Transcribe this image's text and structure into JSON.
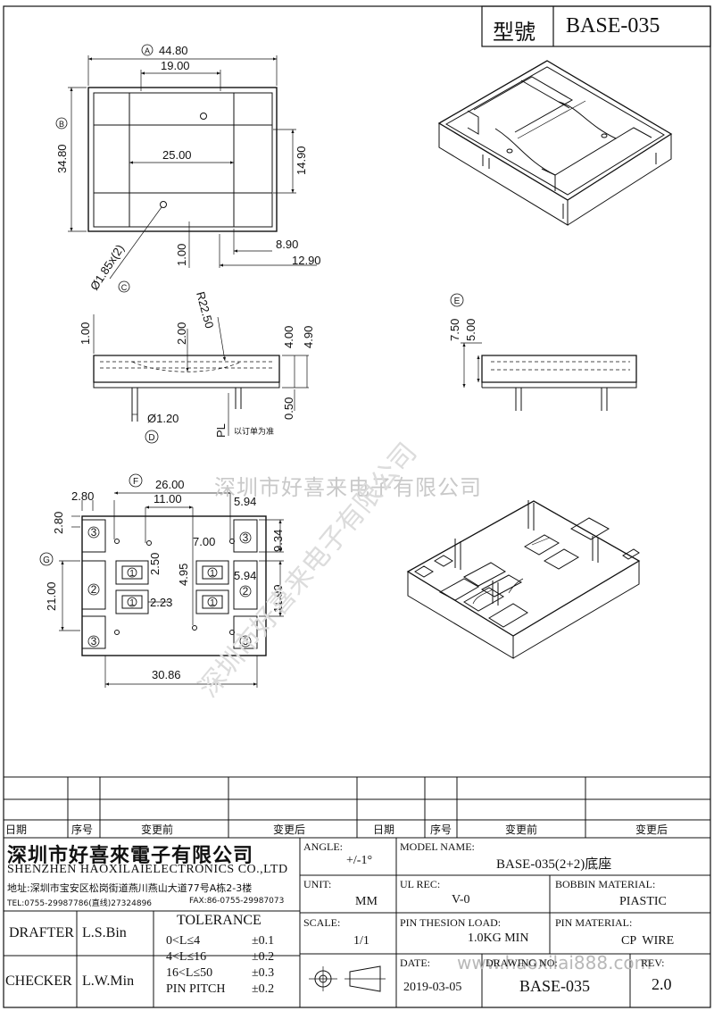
{
  "title_block": {
    "model_label": "型號",
    "model_value": "BASE-035"
  },
  "dims": {
    "a": "44.80",
    "a_mark": "A",
    "a_sub": "19.00",
    "b": "34.80",
    "b_mark": "B",
    "mid_25": "25.00",
    "h_1490": "14.90",
    "c": "Ø1.85x(2)",
    "c_mark": "C",
    "d_100": "1.00",
    "d_890": "8.90",
    "d_1290": "12.90",
    "s_100": "1.00",
    "s_200": "2.00",
    "s_r": "R22.50",
    "s_400": "4.00",
    "s_490": "4.90",
    "s_050": "0.50",
    "pin_d": "Ø1.20",
    "d_mark": "D",
    "pl": "PL",
    "pl_note": "以订单为准",
    "e_mark": "E",
    "e_750": "7.50",
    "e_500": "5.00",
    "f_mark": "F",
    "f_2600": "26.00",
    "f_280a": "2.80",
    "f_280b": "2.80",
    "f_1100": "11.00",
    "f_594a": "5.94",
    "f_934": "9.34",
    "f_700": "7.00",
    "f_250": "2.50",
    "f_495": "4.95",
    "f_594b": "5.94",
    "f_1199": "11.99",
    "f_223": "2.23",
    "g_mark": "G",
    "g_2100": "21.00",
    "f_3086": "30.86",
    "pin_3": "3",
    "pin_2": "2",
    "pin_1": "1"
  },
  "watermarks": {
    "company": "深圳市好喜来电子有限公司",
    "url": "www.haoxilai888.com"
  },
  "revision_table": {
    "headers": [
      "日期",
      "序号",
      "变更前",
      "变更后",
      "日期",
      "序号",
      "变更前",
      "变更后"
    ]
  },
  "company": {
    "name_cn": "深圳市好喜來電子有限公司",
    "name_en": "SHENZHEN HAOXILAIELECTRONICS CO.,LTD",
    "address": "地址:深圳市宝安区松岗街道燕川燕山大道77号A栋2-3楼",
    "tel": "TEL:0755-29987786(直线)27324896",
    "fax": "FAX:86-0755-29987073"
  },
  "info": {
    "angle_label": "ANGLE:",
    "angle_value": "+/-1°",
    "model_name_label": "MODEL NAME:",
    "model_name_value": "BASE-035(2+2)底座",
    "unit_label": "UNIT:",
    "unit_value": "MM",
    "ul_label": "UL REC:",
    "ul_value": "V-0",
    "bobbin_label": "BOBBIN MATERIAL:",
    "bobbin_value": "PIASTIC",
    "scale_label": "SCALE:",
    "scale_value": "1/1",
    "tension_label": "PIN THESION LOAD:",
    "tension_value": "1.0KG MIN",
    "pin_mat_label": "PIN MATERIAL:",
    "pin_mat_value": "CP  WIRE",
    "date_label": "DATE:",
    "date_value": "2019-03-05",
    "drawing_label": "DRAWING NO:",
    "drawing_value": "BASE-035",
    "rev_label": "REV:",
    "rev_value": "2.0"
  },
  "people": {
    "drafter_label": "DRAFTER",
    "drafter_value": "L.S.Bin",
    "checker_label": "CHECKER",
    "checker_value": "L.W.Min"
  },
  "tolerance": {
    "title": "TOLERANCE",
    "rows": [
      {
        "range": "0<L≤4",
        "value": "±0.1"
      },
      {
        "range": "4<L≤16",
        "value": "±0.2"
      },
      {
        "range": "16<L≤50",
        "value": "±0.3"
      },
      {
        "range": "PIN PITCH",
        "value": "±0.2"
      }
    ]
  }
}
